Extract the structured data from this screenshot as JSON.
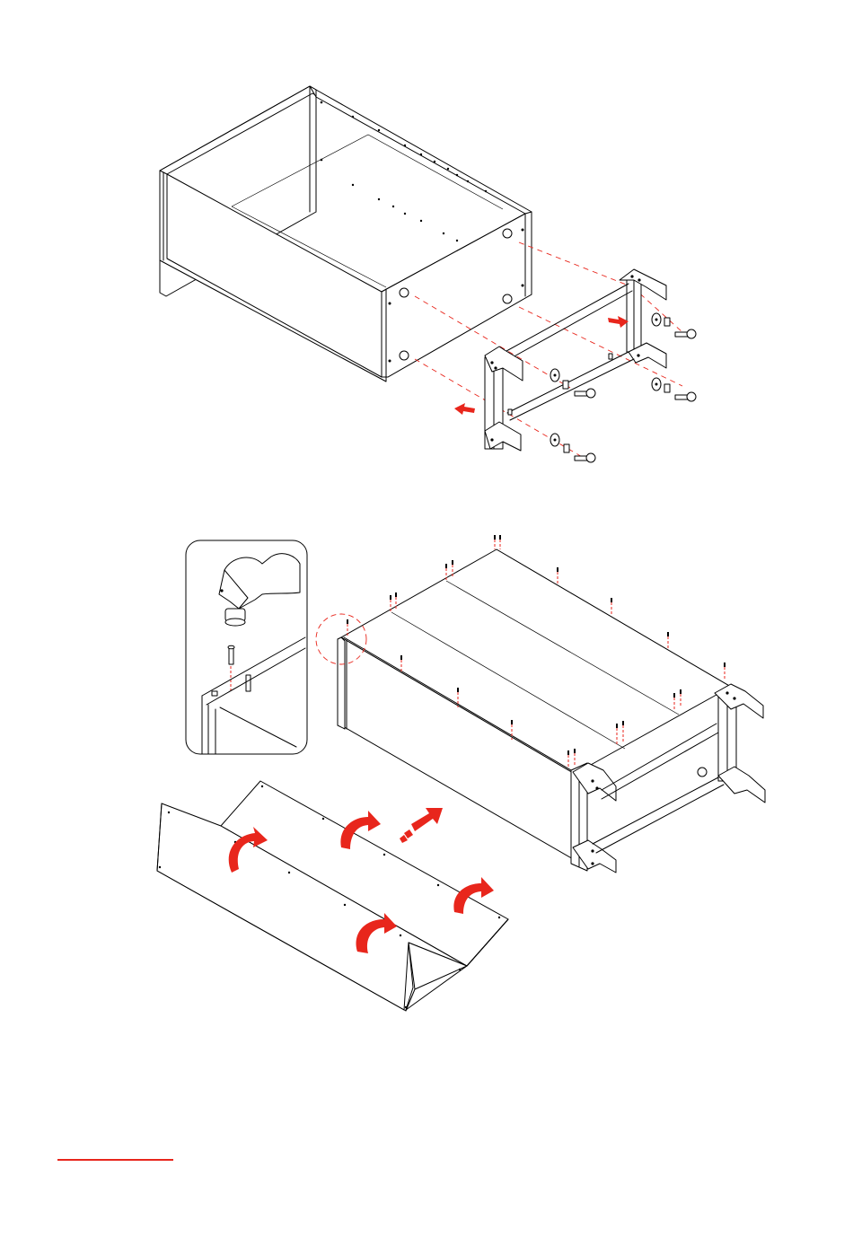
{
  "page": {
    "background": "#ffffff",
    "line_color": "#000000",
    "accent_color": "#e8261c"
  },
  "steps": [
    {
      "id": "frame-attach",
      "parts": [
        "drawer-box",
        "metal-frame",
        "washer-icon",
        "nut-icon",
        "bolt-icon"
      ],
      "arrows": [
        "push-arrow-left",
        "push-arrow-right"
      ]
    },
    {
      "id": "bottom-panel-install",
      "parts": [
        "assembled-drawer",
        "bottom-panel",
        "nail-icon",
        "hammer-icon"
      ],
      "arrows": [
        "fold-arrow",
        "slide-arrow"
      ],
      "detail_inset": "hammer-nail-detail"
    }
  ],
  "footer": {
    "underline_color": "#e8261c"
  }
}
